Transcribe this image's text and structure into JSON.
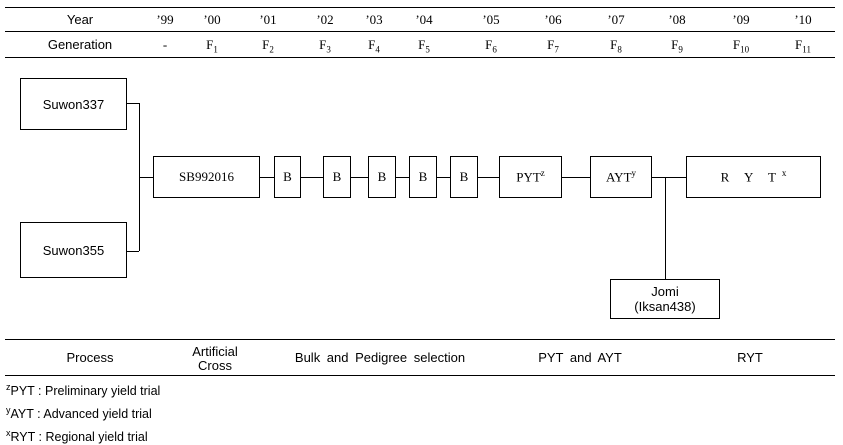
{
  "table": {
    "year_label": "Year",
    "generation_label": "Generation",
    "years": [
      "’99",
      "’00",
      "’01",
      "’02",
      "’03",
      "’04",
      "’05",
      "’06",
      "’07",
      "’08",
      "’09",
      "’10"
    ],
    "generations": [
      {
        "base": "-",
        "sub": ""
      },
      {
        "base": "F",
        "sub": "1"
      },
      {
        "base": "F",
        "sub": "2"
      },
      {
        "base": "F",
        "sub": "3"
      },
      {
        "base": "F",
        "sub": "4"
      },
      {
        "base": "F",
        "sub": "5"
      },
      {
        "base": "F",
        "sub": "6"
      },
      {
        "base": "F",
        "sub": "7"
      },
      {
        "base": "F",
        "sub": "8"
      },
      {
        "base": "F",
        "sub": "9"
      },
      {
        "base": "F",
        "sub": "10"
      },
      {
        "base": "F",
        "sub": "11"
      }
    ]
  },
  "diagram": {
    "parent1": "Suwon337",
    "parent2": "Suwon355",
    "cross": "SB992016",
    "bulk": [
      "B",
      "B",
      "B",
      "B",
      "B"
    ],
    "pyt": {
      "text": "PYT",
      "sup": "z"
    },
    "ayt": {
      "text": "AYT",
      "sup": "y"
    },
    "ryt": {
      "text": "R Y T",
      "sup": "x"
    },
    "release_line1": "Jomi",
    "release_line2": "(Iksan438)"
  },
  "process": {
    "label": "Process",
    "cross_line1": "Artificial",
    "cross_line2": "Cross",
    "bulk": "Bulk and Pedigree selection",
    "pyt_ayt": "PYT and AYT",
    "ryt": "RYT"
  },
  "notes": [
    {
      "sup": "z",
      "text": "PYT : Preliminary yield trial"
    },
    {
      "sup": "y",
      "text": "AYT : Advanced yield trial"
    },
    {
      "sup": "x",
      "text": "RYT : Regional yield trial"
    }
  ]
}
